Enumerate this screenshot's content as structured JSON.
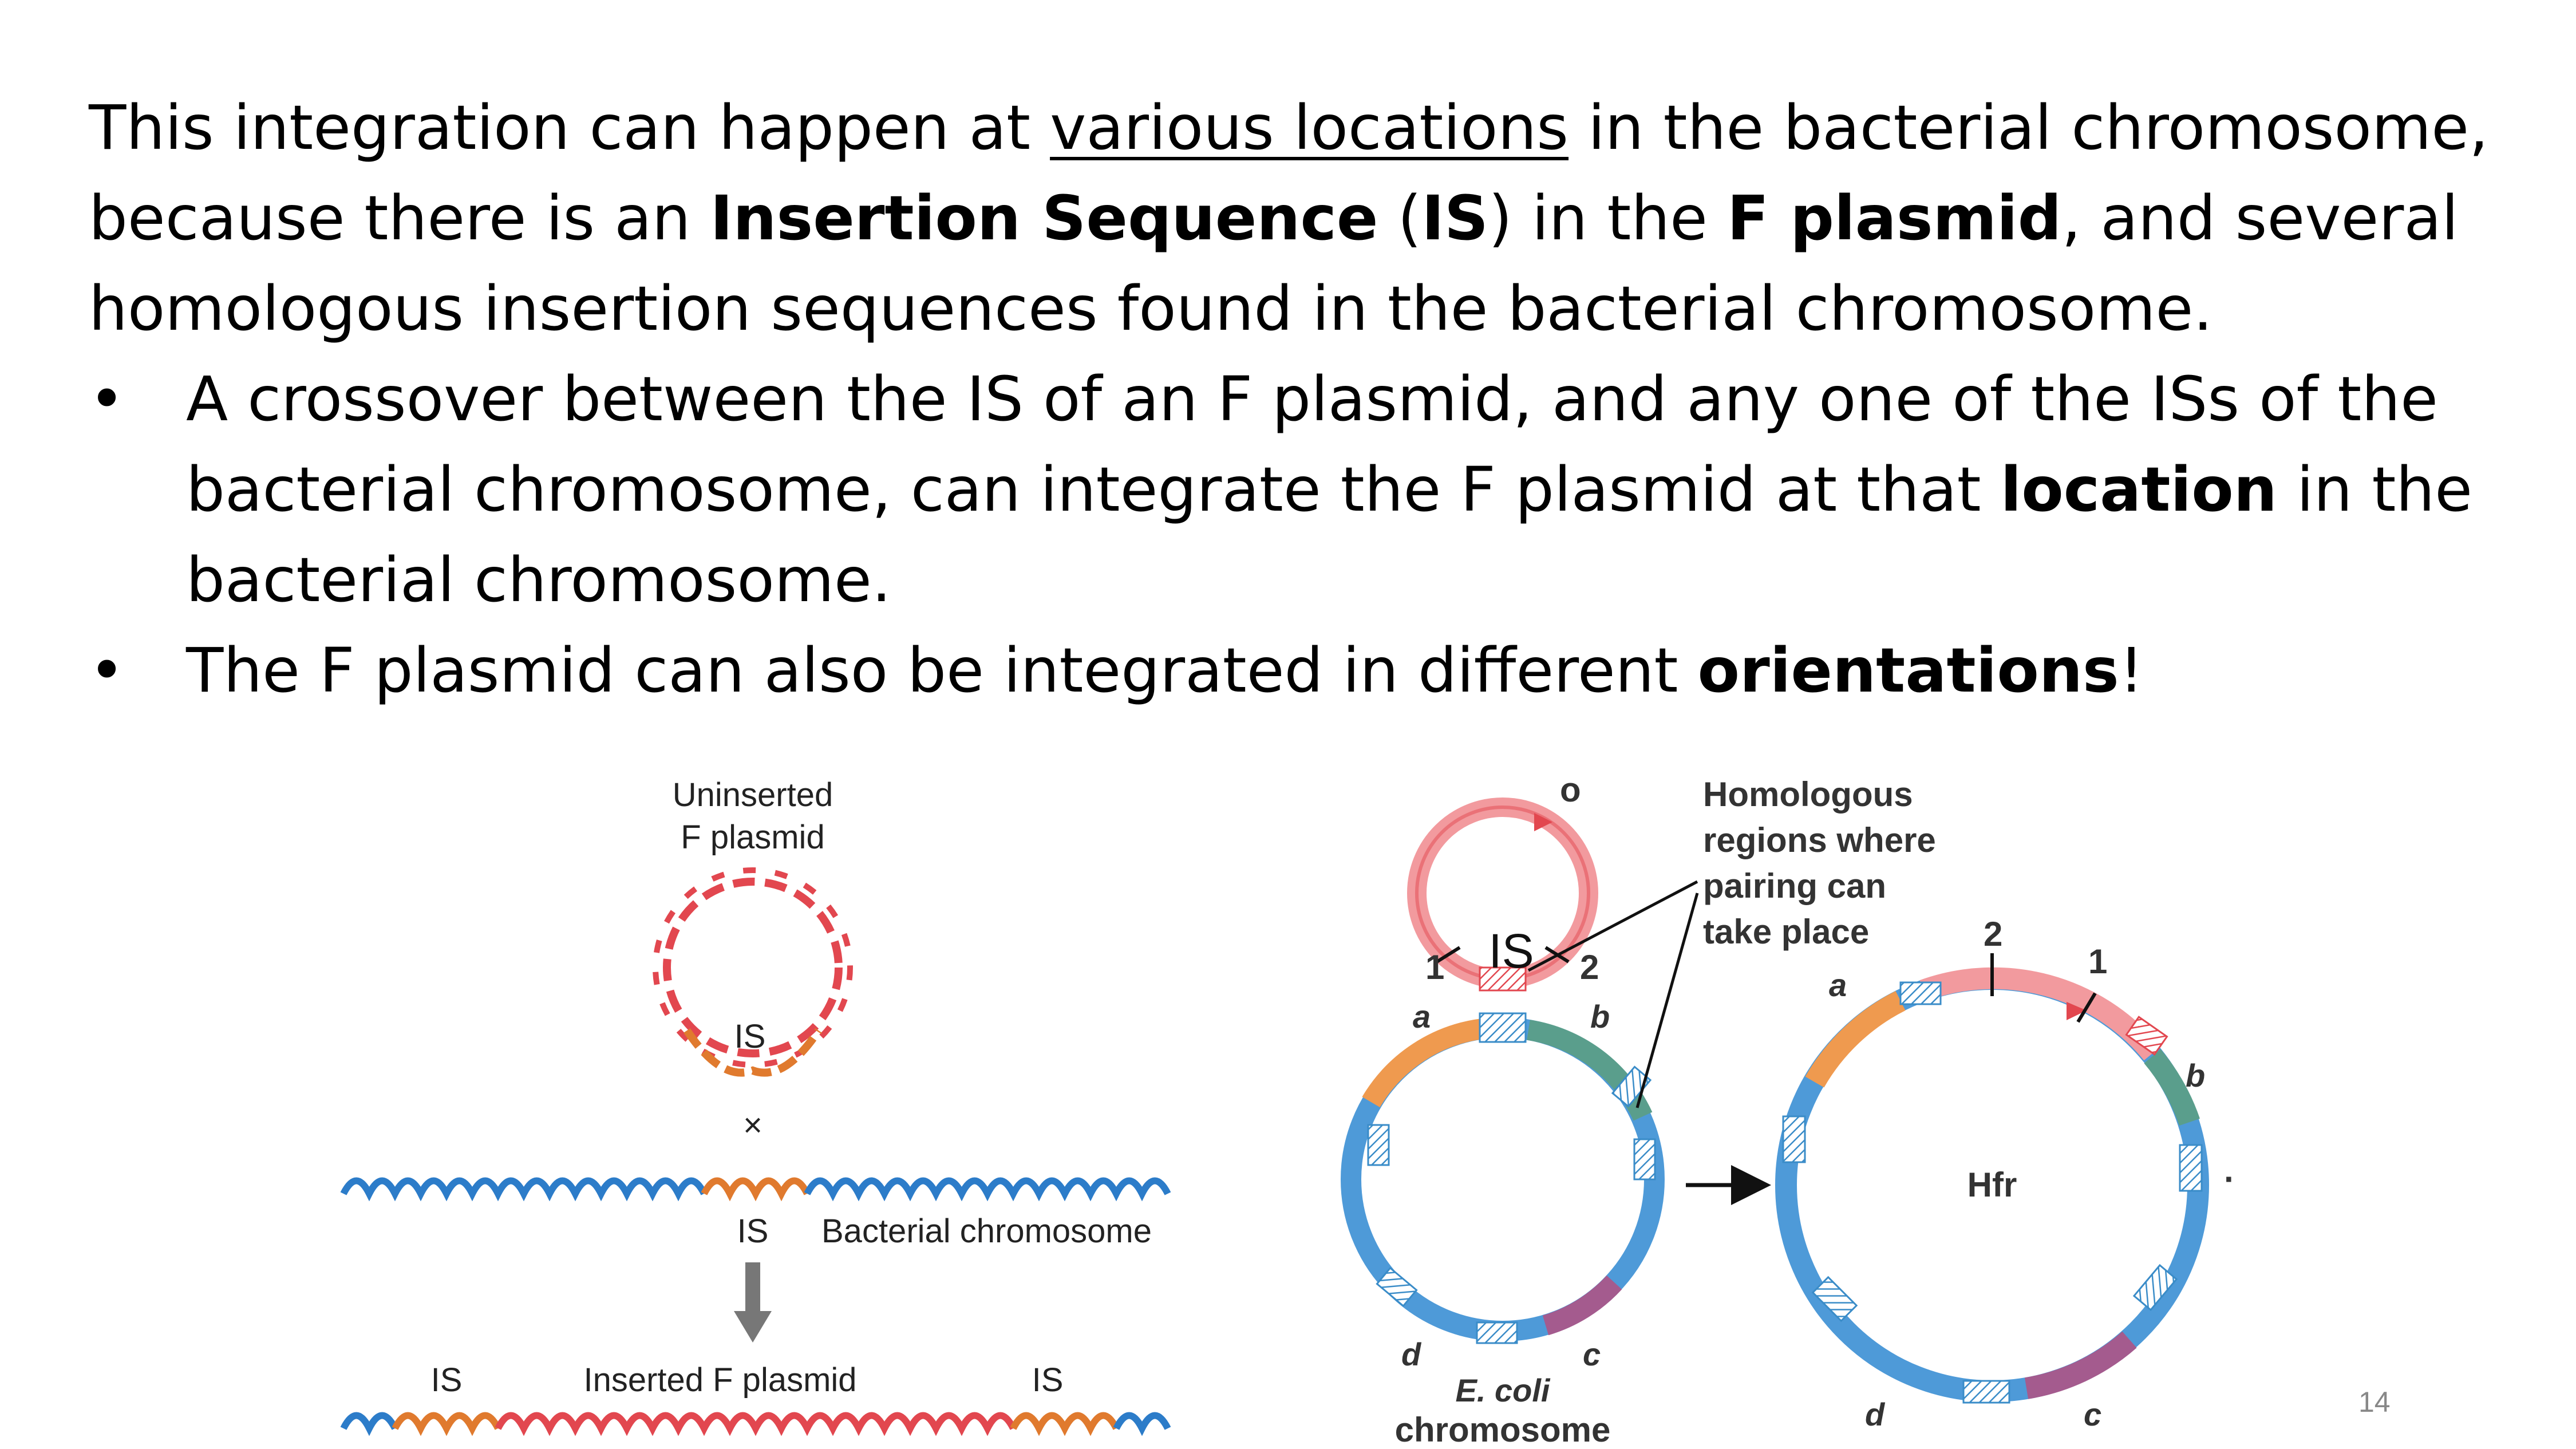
{
  "slide": {
    "para": {
      "t1": "This integration can happen at ",
      "t2": "various locations",
      "t3": " in the bacterial chromosome, because there is an ",
      "t4": "Insertion Sequence",
      "t5": " (",
      "t6": "IS",
      "t7": ") in the ",
      "t8": "F plasmid",
      "t9": ", and several homologous insertion sequences found in the bacterial chromosome."
    },
    "bullets": [
      {
        "mark": "•",
        "t1": "A crossover between the IS of an F plasmid, and any one of the ISs of the bacterial chromosome, can integrate the F plasmid at that ",
        "t2": "location",
        "t3": " in the bacterial chromosome."
      },
      {
        "mark": "•",
        "t1": "The F plasmid can also be integrated in different ",
        "t2": "orientations",
        "t3": "!"
      }
    ],
    "page_number": "14"
  },
  "figure_left": {
    "uninserted_1": "Uninserted",
    "uninserted_2": "F plasmid",
    "is_plasmid": "IS",
    "cross": "×",
    "is_chrom": "IS",
    "bacterial_chromosome": "Bacterial chromosome",
    "is_left": "IS",
    "inserted_f_plasmid": "Inserted F plasmid",
    "is_right": "IS"
  },
  "figure_right": {
    "origin": "o",
    "homologous_1": "Homologous",
    "homologous_2": "regions where",
    "homologous_3": "pairing can",
    "homologous_4": "take place",
    "is_overlay": "IS",
    "num_1": "1",
    "num_2": "2",
    "gene_a": "a",
    "gene_b": "b",
    "gene_c": "c",
    "gene_d": "d",
    "ecoli_1": "E. coli",
    "ecoli_2": "chromosome",
    "hfr_num_2": "2",
    "hfr_num_1": "1",
    "hfr_a": "a",
    "hfr_b": "b",
    "hfr_c": "c",
    "hfr_d": "d",
    "hfr": "Hfr",
    "dot": "·"
  },
  "colors": {
    "dna_blue": "#2c7cc9",
    "plasmid_red": "#e2474f",
    "is_orange": "#e07a2e",
    "chrom_blue": "#4e9ad8",
    "teal": "#5a9e8c",
    "purple": "#a45b8e",
    "orange_seg": "#ef9a4f",
    "pink_ring": "#f29a9e",
    "arrow_gray": "#777777"
  }
}
